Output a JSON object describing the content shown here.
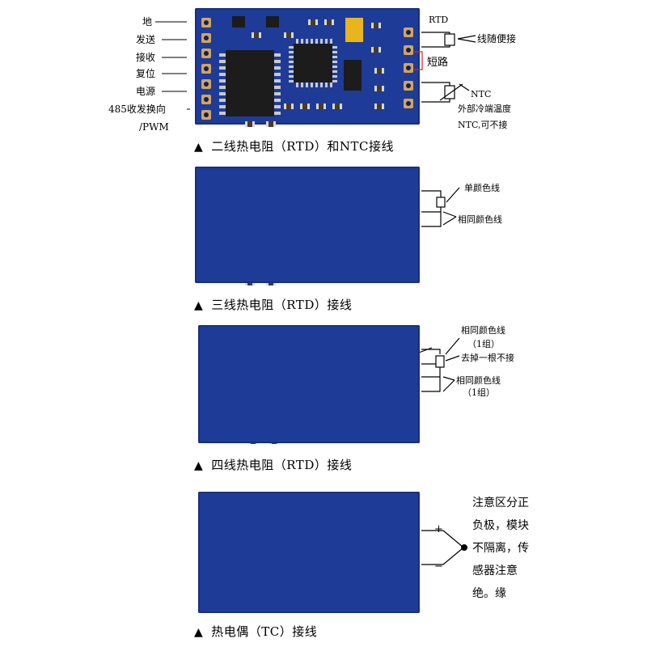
{
  "module1": {
    "pins": [
      "地",
      "发送",
      "接收",
      "复位",
      "电源",
      "485收发换向",
      "/PWM"
    ],
    "rtd_label": "RTD",
    "rtd_note": "线随便接",
    "short_note": "短路",
    "ntc_label": "NTC",
    "ntc_note1": "外部冷端温度",
    "ntc_note2": "NTC,可不接",
    "caption": "二线热电阻（RTD）和NTC接线"
  },
  "module2": {
    "note1": "单颜色线",
    "note2": "相同颜色线",
    "caption": "三线热电阻（RTD）接线"
  },
  "module3": {
    "note1a": "相同颜色线",
    "note1b": "（1组）",
    "note2": "去掉一根不接",
    "note3a": "相同颜色线",
    "note3b": "（1组）",
    "caption": "四线热电阻（RTD）接线"
  },
  "module4": {
    "plus": "+",
    "minus": "−",
    "note": "注意区分正负极，模块不隔离，传感器注意绝。缘",
    "caption": "热电偶（TC）接线"
  },
  "triangle": "▲",
  "colors": {
    "board": "#1f3b98",
    "pad": "#d4a55a",
    "chip": "#1c1c1c",
    "capacitor": "#e8b51e",
    "short_bracket": "#e02020"
  }
}
